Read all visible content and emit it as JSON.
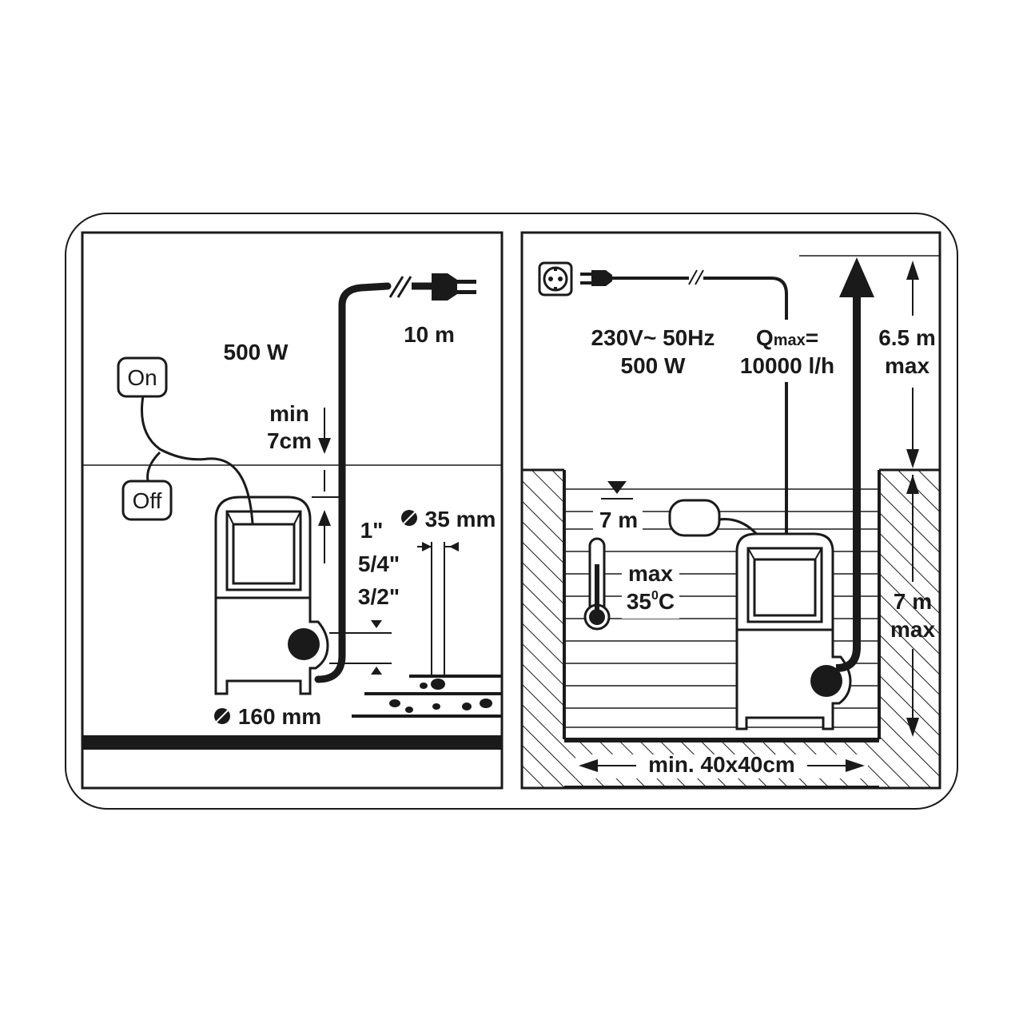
{
  "left_panel": {
    "power": "500 W",
    "cable_length": "10 m",
    "switch_on": "On",
    "switch_off": "Off",
    "min_label": "min",
    "min_value": "7cm",
    "outlet_1": "1\"",
    "outlet_2": "5/4\"",
    "outlet_3": "3/2\"",
    "particle_size": "35 mm",
    "pump_diameter": "160 mm"
  },
  "right_panel": {
    "voltage": "230V~ 50Hz",
    "power": "500 W",
    "q_label_main": "Q",
    "q_label_sub": "max",
    "q_label_eq": "=",
    "flow": "10000 l/h",
    "lift_height": "6.5 m",
    "lift_max": "max",
    "immersion_depth": "7 m",
    "temp_max": "max",
    "temp_value": "35",
    "temp_unit": "0",
    "temp_c": "C",
    "depth_value": "7 m",
    "depth_max": "max",
    "shaft_min": "min. 40x40cm"
  },
  "colors": {
    "ink": "#1a1a1a",
    "background": "#ffffff"
  }
}
